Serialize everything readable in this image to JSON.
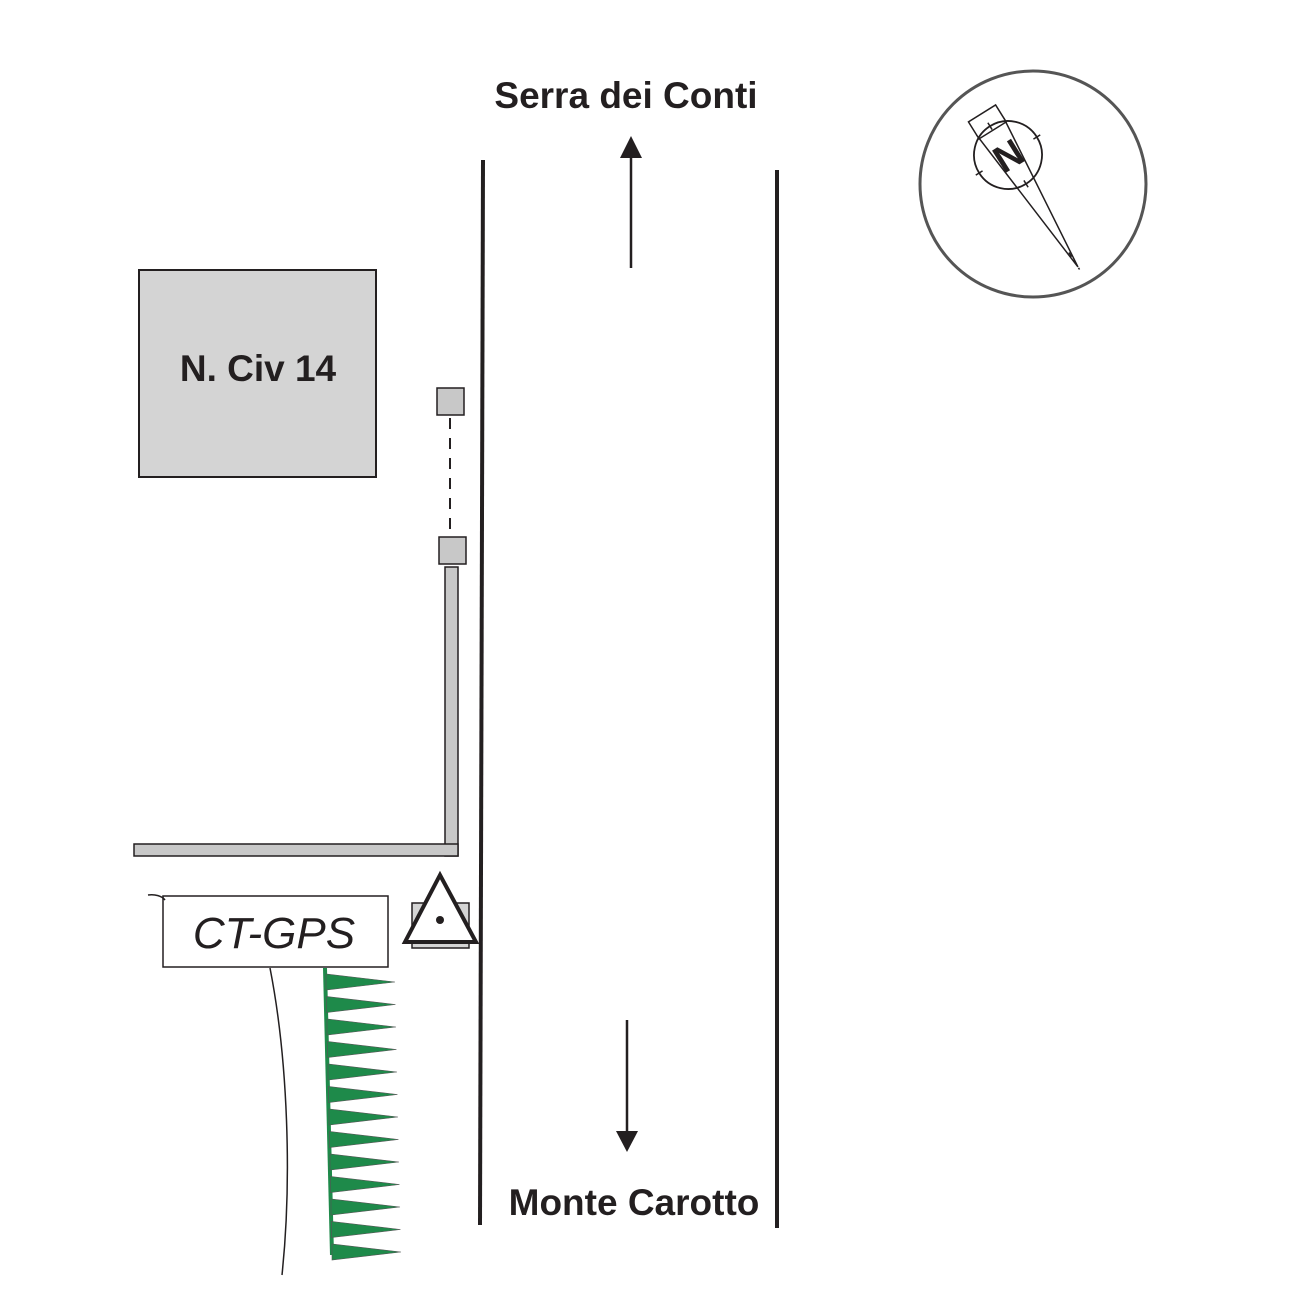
{
  "labels": {
    "north_destination": "Serra dei Conti",
    "south_destination": "Monte Carotto",
    "building": "N. Civ 14",
    "station": "CT-GPS",
    "compass_letter": "N"
  },
  "colors": {
    "ink": "#231f20",
    "building_fill": "#d4d4d4",
    "wall_fill": "#c8c8c8",
    "hedge": "#1e8a4a",
    "compass_ring": "#555555"
  }
}
